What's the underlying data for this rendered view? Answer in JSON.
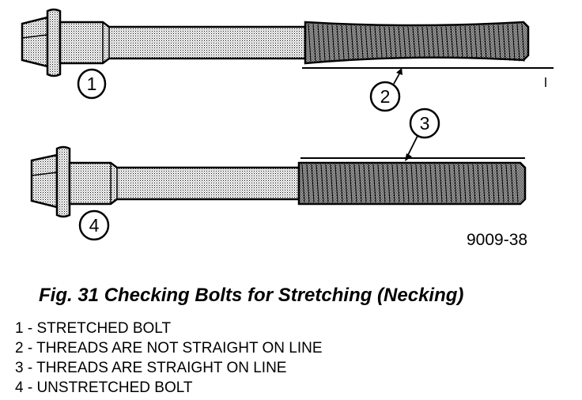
{
  "figure": {
    "callouts": [
      "1",
      "2",
      "3",
      "4"
    ],
    "figure_number": "9009-38"
  },
  "caption": "Fig. 31 Checking Bolts for Stretching (Necking)",
  "legend": [
    "1 - STRETCHED BOLT",
    "2 - THREADS ARE NOT STRAIGHT ON LINE",
    "3 - THREADS ARE STRAIGHT ON LINE",
    "4 - UNSTRETCHED BOLT"
  ]
}
